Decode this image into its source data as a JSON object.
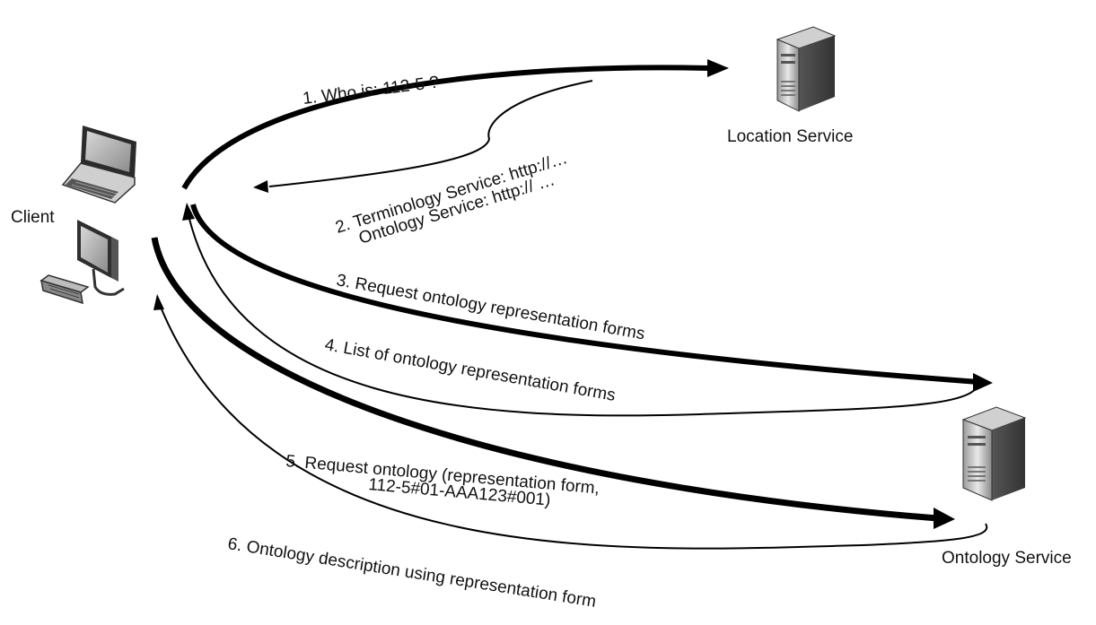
{
  "nodes": {
    "client": {
      "label": "Client"
    },
    "location_service": {
      "label": "Location Service"
    },
    "ontology_service": {
      "label": "Ontology Service"
    }
  },
  "messages": [
    {
      "step": 1,
      "text": "1. Who is: 112-5 ?"
    },
    {
      "step": 2,
      "line1": "2. Terminology Service:  http://…",
      "line2": "Ontology Service: http://   …"
    },
    {
      "step": 3,
      "text": "3. Request ontology representation forms"
    },
    {
      "step": 4,
      "text": "4. List of ontology representation forms"
    },
    {
      "step": 5,
      "line1": "5. Request ontology (representation form,",
      "line2": "112-5#01-AAA123#001)"
    },
    {
      "step": 6,
      "text": "6. Ontology description using representation form"
    }
  ]
}
